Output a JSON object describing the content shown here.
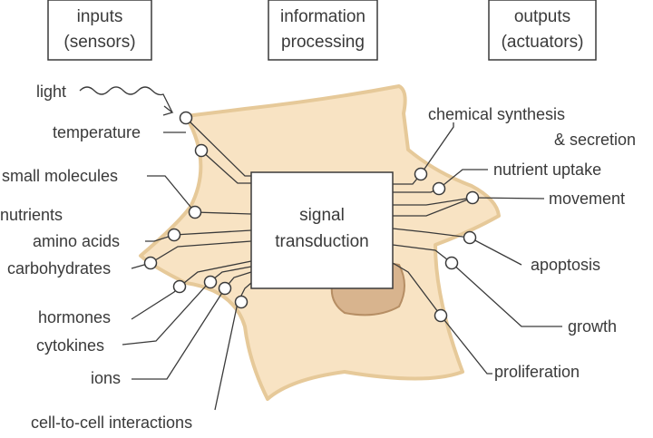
{
  "headers": {
    "inputs": [
      "inputs",
      "(sensors)"
    ],
    "processing": [
      "information",
      "processing"
    ],
    "outputs": [
      "outputs",
      "(actuators)"
    ]
  },
  "core": [
    "signal",
    "transduction"
  ],
  "inputs": {
    "light": "light",
    "temperature": "temperature",
    "small_molecules": "small molecules",
    "nutrients": "nutrients",
    "amino_acids": "amino acids",
    "carbohydrates": "carbohydrates",
    "hormones": "hormones",
    "cytokines": "cytokines",
    "ions": "ions",
    "cell_to_cell": "cell-to-cell interactions"
  },
  "outputs": {
    "chemical_synthesis": [
      "chemical synthesis",
      "& secretion"
    ],
    "nutrient_uptake": "nutrient uptake",
    "movement": "movement",
    "apoptosis": "apoptosis",
    "growth": "growth",
    "proliferation": "proliferation"
  },
  "colors": {
    "cell_fill": "#f8e3c3",
    "cell_stroke": "#e6c999",
    "nucleus_fill": "#d8b48e",
    "nucleus_stroke": "#b68e64",
    "line": "#3a3a3a",
    "text": "#3a3a3a"
  }
}
